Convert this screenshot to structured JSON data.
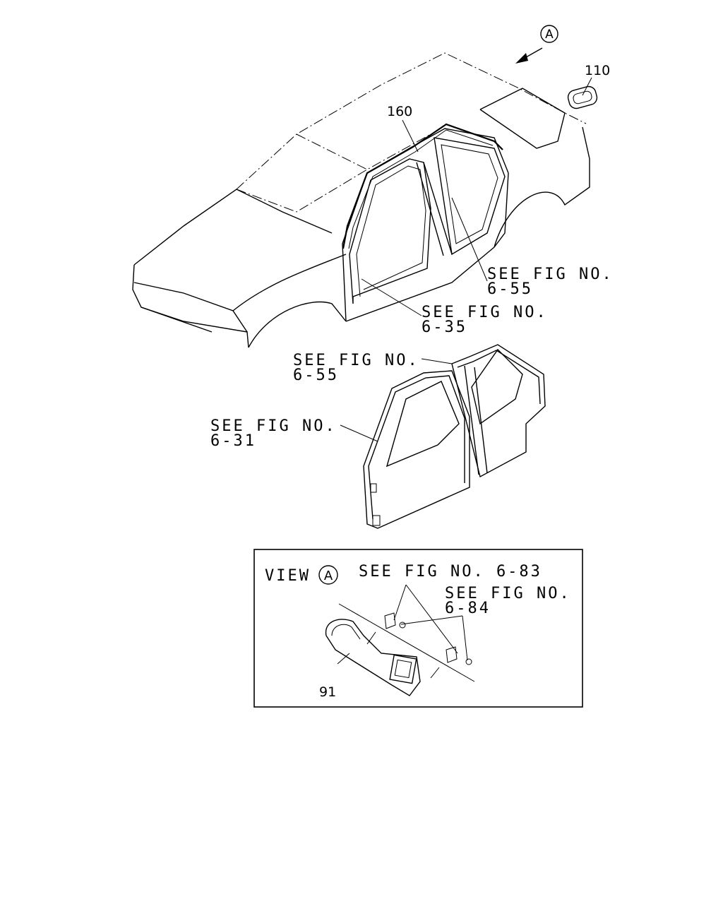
{
  "callouts": {
    "view_marker": "A",
    "part_110": "110",
    "part_160": "160",
    "part_91": "91"
  },
  "references": {
    "body_rear": {
      "line1": "SEE FIG NO.",
      "line2": "6-55"
    },
    "body_front": {
      "line1": "SEE FIG NO.",
      "line2": "6-35"
    },
    "door_rear": {
      "line1": "SEE FIG NO.",
      "line2": "6-55"
    },
    "door_front": {
      "line1": "SEE FIG NO.",
      "line2": "6-31"
    }
  },
  "view_box": {
    "title_prefix": "VIEW",
    "title_marker": "A",
    "ref_683": "SEE FIG NO. 6-83",
    "ref_684_line1": "SEE FIG NO.",
    "ref_684_line2": "6-84"
  }
}
